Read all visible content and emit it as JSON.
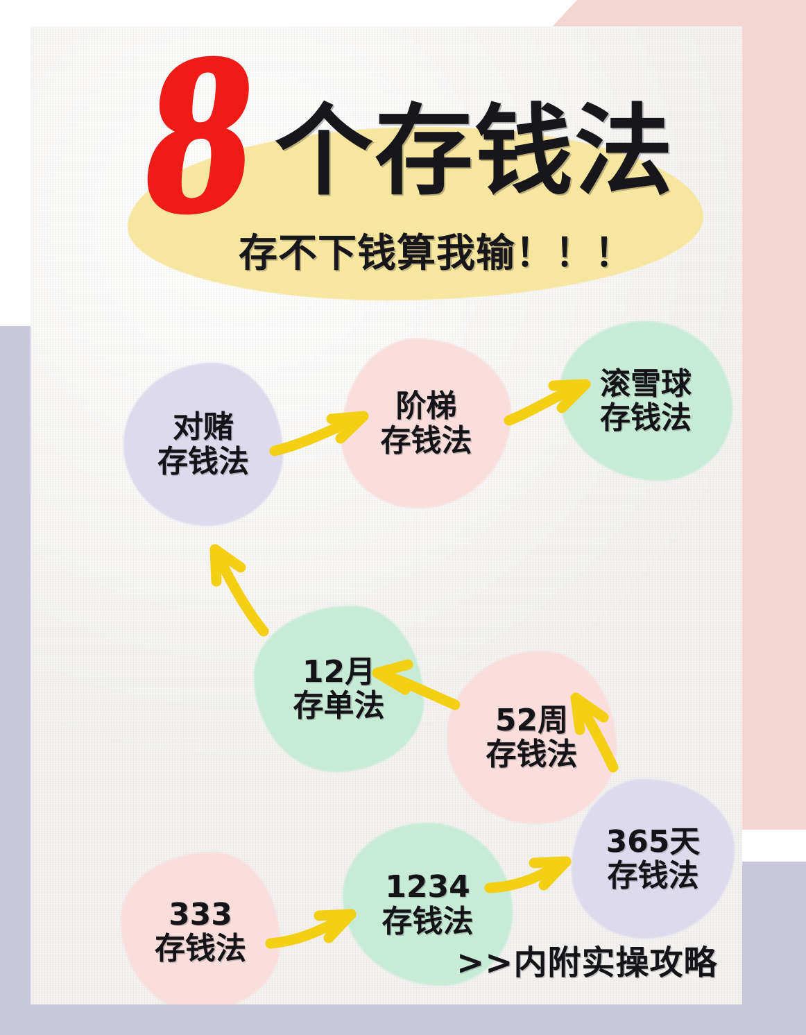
{
  "header": {
    "number": "8",
    "title": "个存钱法",
    "subtitle": "存不下钱算我输！！！"
  },
  "footnote": ">>内附实操攻略",
  "diagram": {
    "type": "flow",
    "nodes": [
      {
        "id": "duidu",
        "line1": "对赌",
        "line2": "存钱法",
        "color": "#dcdaec",
        "color_name": "lavender"
      },
      {
        "id": "jieti",
        "line1": "阶梯",
        "line2": "存钱法",
        "color": "#f9dedd",
        "color_name": "pink"
      },
      {
        "id": "gunxueqiu",
        "line1": "滚雪球",
        "line2": "存钱法",
        "color": "#c8ebd7",
        "color_name": "mint"
      },
      {
        "id": "shieryue",
        "line1": "12月",
        "line2": "存单法",
        "color": "#c8ebd7",
        "color_name": "mint"
      },
      {
        "id": "wushierzhou",
        "line1": "52周",
        "line2": "存钱法",
        "color": "#f9dedd",
        "color_name": "pink"
      },
      {
        "id": "sanliuwutian",
        "line1": "365天",
        "line2": "存钱法",
        "color": "#dcdaec",
        "color_name": "lavender"
      },
      {
        "id": "yierssansi",
        "line1": "1234",
        "line2": "存钱法",
        "color": "#c8ebd7",
        "color_name": "mint"
      },
      {
        "id": "sansansan",
        "line1": "333",
        "line2": "存钱法",
        "color": "#f9dedd",
        "color_name": "pink"
      }
    ],
    "edges": [
      {
        "from": "sansansan",
        "to": "yierssansi"
      },
      {
        "from": "yierssansi",
        "to": "sanliuwutian"
      },
      {
        "from": "sanliuwutian",
        "to": "wushierzhou"
      },
      {
        "from": "wushierzhou",
        "to": "shieryue"
      },
      {
        "from": "shieryue",
        "to": "duidu"
      },
      {
        "from": "duidu",
        "to": "jieti"
      },
      {
        "from": "jieti",
        "to": "gunxueqiu"
      }
    ],
    "arrow_color": "#f4d014"
  },
  "palette": {
    "accent_red": "#ef1b17",
    "highlight_yellow": "#f7e6a0",
    "arrow_yellow": "#f4d014",
    "frame_pink": "#f2d6cf",
    "frame_lavender": "#c9c7dc",
    "paper": "#f3f2f0",
    "ink": "#141317"
  }
}
